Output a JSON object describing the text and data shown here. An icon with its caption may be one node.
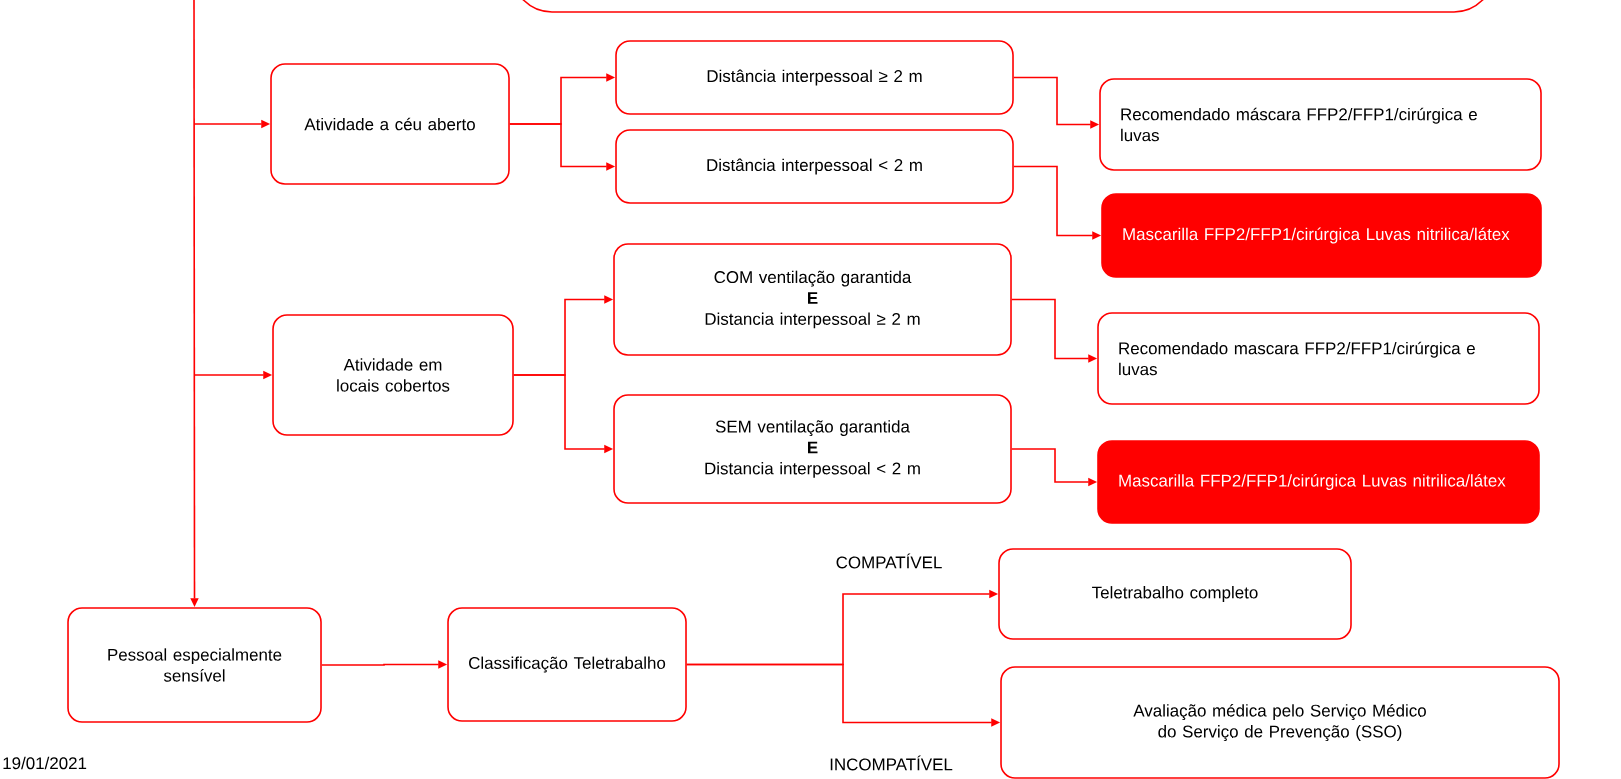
{
  "diagram": {
    "nodes": [
      {
        "text": [],
        "shape": "box"
      },
      {
        "text": [
          "Atividade a céu aberto"
        ]
      },
      {
        "text": [
          "Distância interpessoal ≥ 2 m"
        ]
      },
      {
        "text": [
          "Distância interpessoal < 2 m"
        ]
      },
      {
        "text": [
          "Recomendado máscara FFP2/FFP1/cirúrgica  e luvas"
        ]
      },
      {
        "text": [
          "Mascarilla FFP2/FFP1/cirúrgica Luvas nitrilica/látex"
        ]
      },
      {
        "text": [
          "Atividade em locais cobertos"
        ]
      },
      {
        "text": [
          "COM ventilação garantida",
          "E",
          "Distancia interpessoal ≥ 2 m"
        ]
      },
      {
        "text": [
          "SEM ventilação garantida",
          "E",
          "Distancia interpessoal < 2 m"
        ]
      },
      {
        "text": [
          "Recomendado mascara FFP2/FFP1/cirúrgica  e luvas"
        ]
      },
      {
        "text": [
          "Mascarilla FFP2/FFP1/cirúrgica Luvas nitrilica/látex"
        ]
      },
      {
        "text": [
          "Pessoal especialmente sensível"
        ]
      },
      {
        "text": [
          "Classificação Teletrabalho"
        ]
      },
      {
        "text": [
          "Teletrabalho completo"
        ]
      },
      {
        "text": [
          "Avaliação médica pelo Serviço Médico do Serviço de Prevenção (SSO)"
        ]
      }
    ],
    "edges": [
      {
        "from": null,
        "to": 1,
        "arrow": "to"
      },
      {
        "from": null,
        "to": 6,
        "arrow": "to"
      },
      {
        "from": null,
        "to": 11,
        "arrow": "to"
      },
      {
        "from": 1,
        "to": 2,
        "arrow": "to"
      },
      {
        "from": 1,
        "to": 3,
        "arrow": "to"
      },
      {
        "from": 2,
        "to": 4,
        "arrow": "to"
      },
      {
        "from": 3,
        "to": 5,
        "arrow": "to"
      },
      {
        "from": 6,
        "to": 7,
        "arrow": "to"
      },
      {
        "from": 6,
        "to": 8,
        "arrow": "to"
      },
      {
        "from": 7,
        "to": 9,
        "arrow": "to"
      },
      {
        "from": 8,
        "to": 10,
        "arrow": "to"
      },
      {
        "from": 11,
        "to": 12,
        "arrow": "to"
      },
      {
        "from": 12,
        "to": 13,
        "arrow": "to",
        "label": "COMPATÍVEL"
      },
      {
        "from": 12,
        "to": 14,
        "arrow": "to",
        "label": "INCOMPATÍVEL"
      }
    ],
    "labels": [
      "19/01/2021"
    ]
  }
}
